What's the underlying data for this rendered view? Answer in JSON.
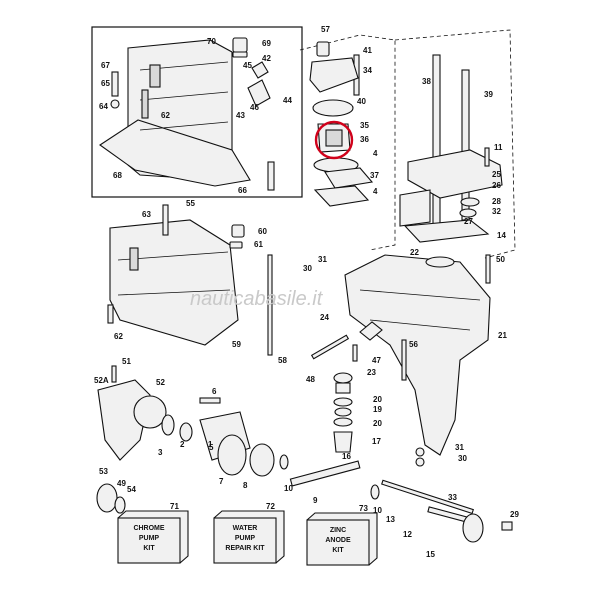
{
  "watermark": "nauticabasile.it",
  "kits": [
    {
      "number": "71",
      "lines": [
        "CHROME",
        "PUMP",
        "KIT"
      ]
    },
    {
      "number": "72",
      "lines": [
        "WATER",
        "PUMP",
        "REPAIR KIT"
      ]
    },
    {
      "number": "73",
      "lines": [
        "ZINC",
        "ANODE",
        "KIT"
      ]
    }
  ],
  "part_labels": [
    "1",
    "2",
    "3",
    "4",
    "4",
    "5",
    "6",
    "7",
    "8",
    "9",
    "10",
    "10",
    "11",
    "12",
    "13",
    "14",
    "15",
    "16",
    "17",
    "19",
    "20",
    "20",
    "21",
    "22",
    "23",
    "24",
    "25",
    "26",
    "27",
    "28",
    "29",
    "30",
    "30",
    "31",
    "31",
    "32",
    "33",
    "34",
    "35",
    "36",
    "37",
    "38",
    "39",
    "40",
    "41",
    "42",
    "43",
    "44",
    "45",
    "46",
    "47",
    "48",
    "49",
    "50",
    "51",
    "52",
    "52A",
    "53",
    "54",
    "55",
    "56",
    "57",
    "58",
    "59",
    "60",
    "61",
    "62",
    "62",
    "63",
    "64",
    "65",
    "66",
    "67",
    "68",
    "69",
    "70"
  ],
  "highlight_color": "#d0021b"
}
